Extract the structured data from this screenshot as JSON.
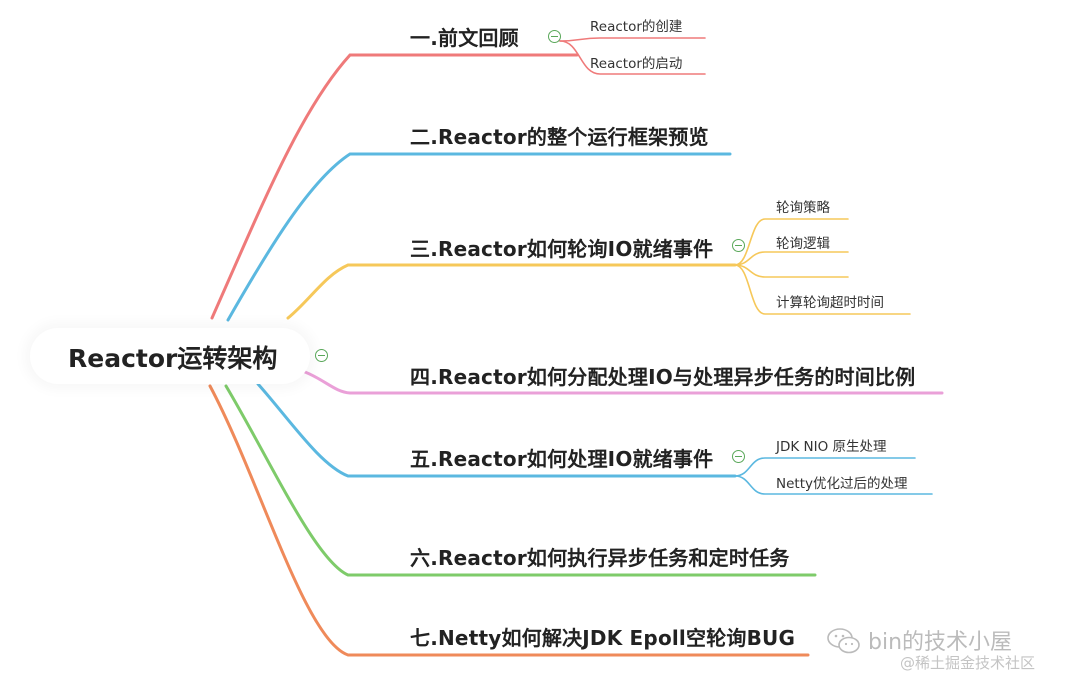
{
  "mindmap": {
    "root": "Reactor运转架构",
    "branches": [
      {
        "label": "一.前文回顾",
        "children": [
          "Reactor的创建",
          "Reactor的启动"
        ],
        "color": "#ef7a7a"
      },
      {
        "label": "二.Reactor的整个运行框架预览",
        "children": [],
        "color": "#5bb8e0"
      },
      {
        "label": "三.Reactor如何轮询IO就绪事件",
        "children": [
          "轮询策略",
          "轮询逻辑",
          "",
          "计算轮询超时时间"
        ],
        "color": "#f6c85a"
      },
      {
        "label": "四.Reactor如何分配处理IO与处理异步任务的时间比例",
        "children": [],
        "color": "#eaa0d8"
      },
      {
        "label": "五.Reactor如何处理IO就绪事件",
        "children": [
          "JDK NIO 原生处理",
          "Netty优化过后的处理"
        ],
        "color": "#5bb8e0"
      },
      {
        "label": "六.Reactor如何执行异步任务和定时任务",
        "children": [],
        "color": "#7ecb6a"
      },
      {
        "label": "七.Netty如何解决JDK Epoll空轮询BUG",
        "children": [],
        "color": "#ef8a5a"
      }
    ]
  },
  "watermark": {
    "line1": "bin的技术小屋",
    "line2": "@稀土掘金技术社区"
  }
}
